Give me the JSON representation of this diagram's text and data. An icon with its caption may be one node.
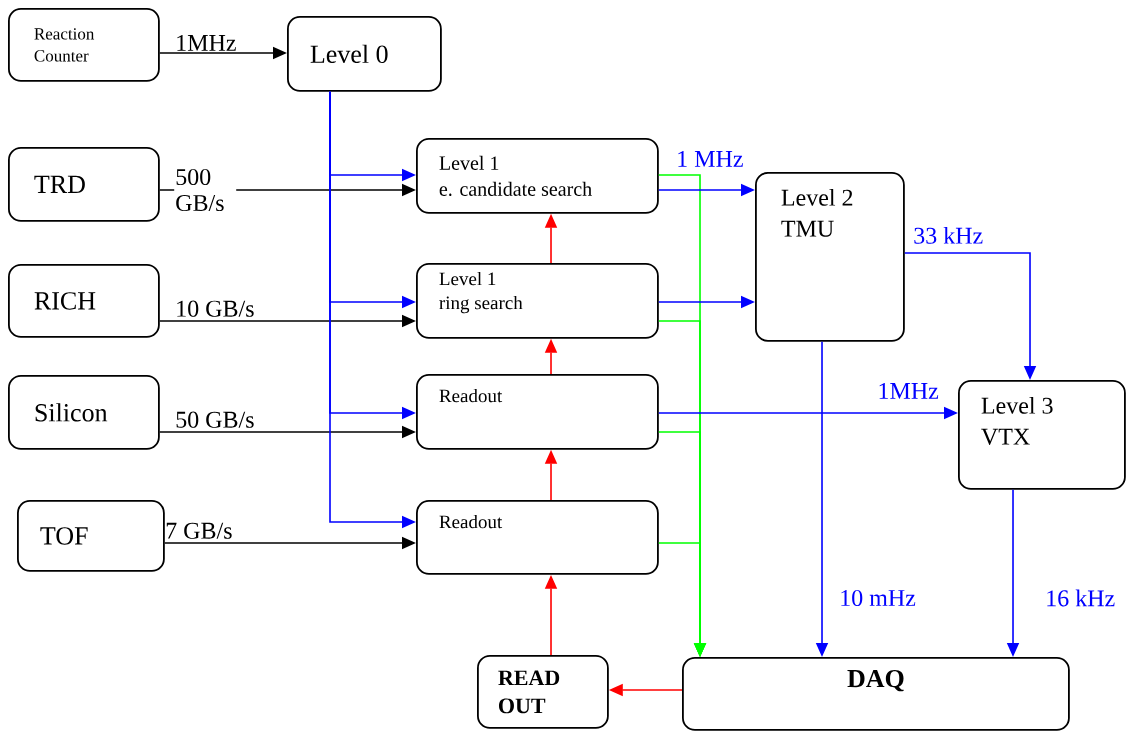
{
  "diagram": {
    "nodes": [
      {
        "text": [
          "Reaction Counter"
        ]
      },
      {
        "text": [
          "TRD"
        ]
      },
      {
        "text": [
          "RICH"
        ]
      },
      {
        "text": [
          "Silicon"
        ]
      },
      {
        "text": [
          "TOF"
        ]
      },
      {
        "text": [
          "Level 0"
        ]
      },
      {
        "text": [
          "Level 1",
          "e. candidate search"
        ]
      },
      {
        "text": [
          "Level 1",
          "ring search"
        ]
      },
      {
        "text": [
          "Readout"
        ]
      },
      {
        "text": [
          "Readout"
        ]
      },
      {
        "text": [
          "Level 2",
          "TMU"
        ]
      },
      {
        "text": [
          "Level 3",
          "VTX"
        ]
      },
      {
        "text": [
          "DAQ"
        ]
      },
      {
        "text": [
          "READ OUT"
        ]
      }
    ],
    "edges": [
      {
        "from": 0,
        "to": 5,
        "arrow": "to",
        "label": "1MHz",
        "color": "#000000"
      },
      {
        "from": 1,
        "to": 6,
        "arrow": "to",
        "label": "500 GB/s",
        "color": "#000000"
      },
      {
        "from": 2,
        "to": 7,
        "arrow": "to",
        "label": "10 GB/s",
        "color": "#000000"
      },
      {
        "from": 3,
        "to": 8,
        "arrow": "to",
        "label": "50 GB/s",
        "color": "#000000"
      },
      {
        "from": 4,
        "to": 9,
        "arrow": "to",
        "label": "7 GB/s",
        "color": "#000000"
      },
      {
        "from": 5,
        "to": 6,
        "arrow": "to"
      },
      {
        "from": 5,
        "to": 7,
        "arrow": "to"
      },
      {
        "from": 5,
        "to": 8,
        "arrow": "to"
      },
      {
        "from": 5,
        "to": 9,
        "arrow": "to"
      },
      {
        "from": 13,
        "to": 9,
        "arrow": "to",
        "color": "#ff0000"
      },
      {
        "from": 9,
        "to": 8,
        "arrow": "to",
        "color": "#ff0000"
      },
      {
        "from": 8,
        "to": 7,
        "arrow": "to",
        "color": "#ff0000"
      },
      {
        "from": 7,
        "to": 6,
        "arrow": "to",
        "color": "#ff0000"
      },
      {
        "from": 12,
        "to": 13,
        "arrow": "to",
        "color": "#ff0000"
      },
      {
        "from": 6,
        "to": 12,
        "arrow": "to",
        "color": "#00ff00"
      },
      {
        "from": 7,
        "to": 12,
        "arrow": "to",
        "color": "#00ff00"
      },
      {
        "from": 8,
        "to": 12,
        "arrow": "to",
        "color": "#00ff00"
      },
      {
        "from": 9,
        "to": 12,
        "arrow": "to",
        "color": "#00ff00"
      },
      {
        "from": 6,
        "to": 10,
        "arrow": "to",
        "label": "1 MHz"
      },
      {
        "from": 7,
        "to": 10,
        "arrow": "to"
      },
      {
        "from": 8,
        "to": 11,
        "arrow": "to",
        "label": "1MHz"
      },
      {
        "from": 10,
        "to": 11,
        "arrow": "to",
        "label": "33 kHz"
      },
      {
        "from": 10,
        "to": 12,
        "arrow": "to",
        "label": "10 mHz"
      },
      {
        "from": 11,
        "to": 12,
        "arrow": "to",
        "label": "16 kHz"
      }
    ]
  }
}
